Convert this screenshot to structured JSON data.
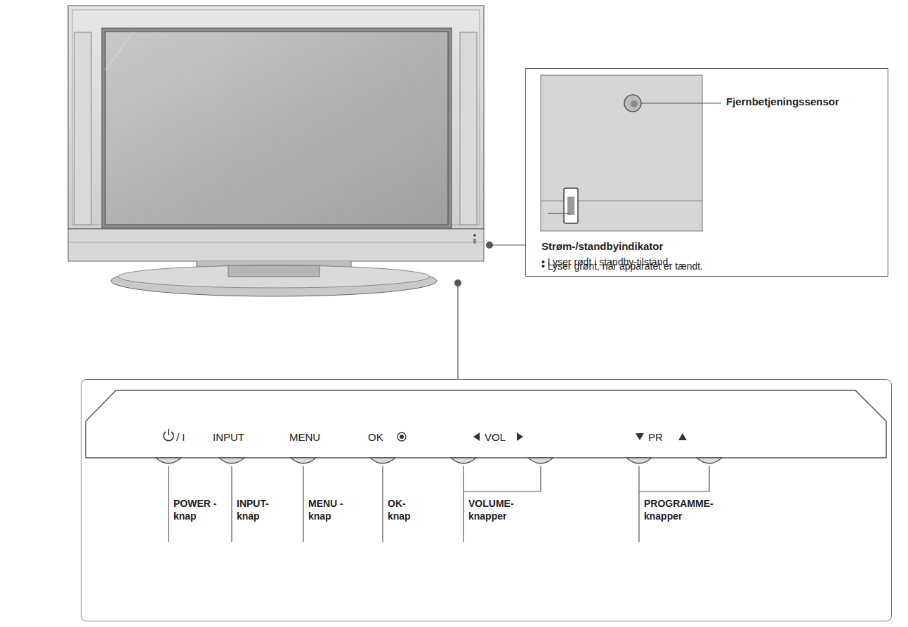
{
  "diagram": {
    "nodes": [
      {
        "text": [
          "Fjernbetjeningssensor",
          "Strøm-/standbyindikator",
          "• Lyser rødt i standby-tilstand.",
          "• Lyser grønt, når apparatet er tændt."
        ]
      },
      {
        "text": [
          "/ I",
          "INPUT",
          "MENU",
          "OK",
          "VOL",
          "PR",
          "POWER -knap",
          "INPUT- knap",
          "MENU - knap",
          "OK- knap",
          "VOLUME- knapper",
          "PROGRAMME- knapper"
        ]
      }
    ]
  }
}
